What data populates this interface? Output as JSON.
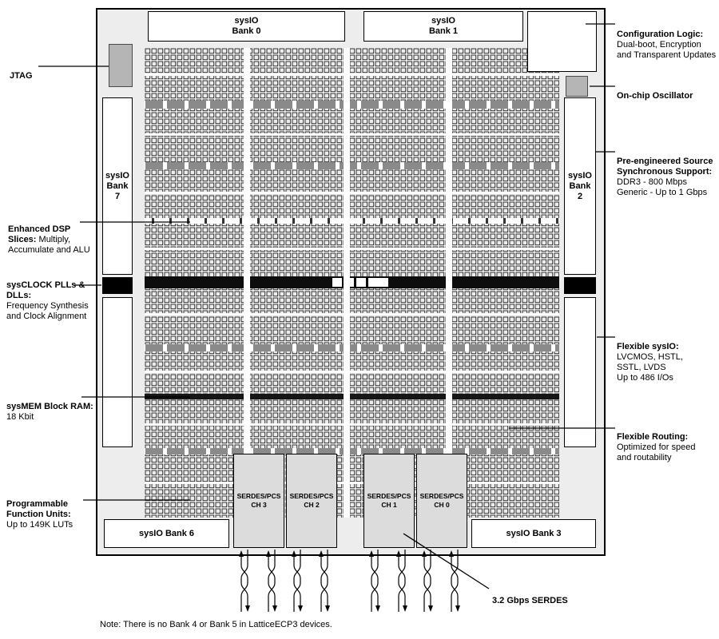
{
  "banks": {
    "bank0": {
      "l1": "sysIO",
      "l2": "Bank 0"
    },
    "bank1": {
      "l1": "sysIO",
      "l2": "Bank 1"
    },
    "bank7": {
      "l1": "sysIO",
      "l2": "Bank",
      "l3": "7"
    },
    "bank2": {
      "l1": "sysIO",
      "l2": "Bank",
      "l3": "2"
    },
    "bank6": "sysIO Bank 6",
    "bank3": "sysIO Bank 3"
  },
  "serdes_channels": [
    {
      "l1": "SERDES/PCS",
      "l2": "CH 3"
    },
    {
      "l1": "SERDES/PCS",
      "l2": "CH 2"
    },
    {
      "l1": "SERDES/PCS",
      "l2": "CH 1"
    },
    {
      "l1": "SERDES/PCS",
      "l2": "CH 0"
    }
  ],
  "callouts": {
    "jtag": {
      "bold": "JTAG"
    },
    "dsp": {
      "bold": "Enhanced DSP Slices:",
      "text": " Multiply,\nAccumulate and ALU"
    },
    "sysclock": {
      "bold": "sysCLOCK PLLs & DLLs:",
      "text": "\nFrequency Synthesis\nand Clock Alignment"
    },
    "sysmem": {
      "bold": "sysMEM Block RAM:",
      "text": " 18 Kbit"
    },
    "pfu": {
      "bold": "Programmable Function Units:",
      "text": "\nUp to 149K LUTs"
    },
    "config": {
      "bold": "Configuration Logic:",
      "text": "\nDual-boot, Encryption\nand Transparent Updates"
    },
    "osc": {
      "bold": "On-chip Oscillator"
    },
    "preeng": {
      "bold": "Pre-engineered Source Synchronous Support:",
      "text": "\nDDR3 - 800 Mbps\nGeneric - Up to 1 Gbps"
    },
    "flexio": {
      "bold": "Flexible sysIO:",
      "text": "\nLVCMOS, HSTL,\nSSTL, LVDS\nUp to 486 I/Os"
    },
    "routing": {
      "bold": "Flexible Routing:",
      "text": "\nOptimized for speed\nand routability"
    },
    "serdes32": {
      "bold": "3.2 Gbps SERDES"
    }
  },
  "note": "Note: There is no Bank 4 or Bank 5 in LatticeECP3 devices.",
  "colors": {
    "chip_bg": "#ededed",
    "block_gray": "#b5b5b5",
    "bar_gray": "#8a8a8a",
    "bar_black": "#0d0d0d",
    "serdes_bg": "#dcdcdc"
  }
}
